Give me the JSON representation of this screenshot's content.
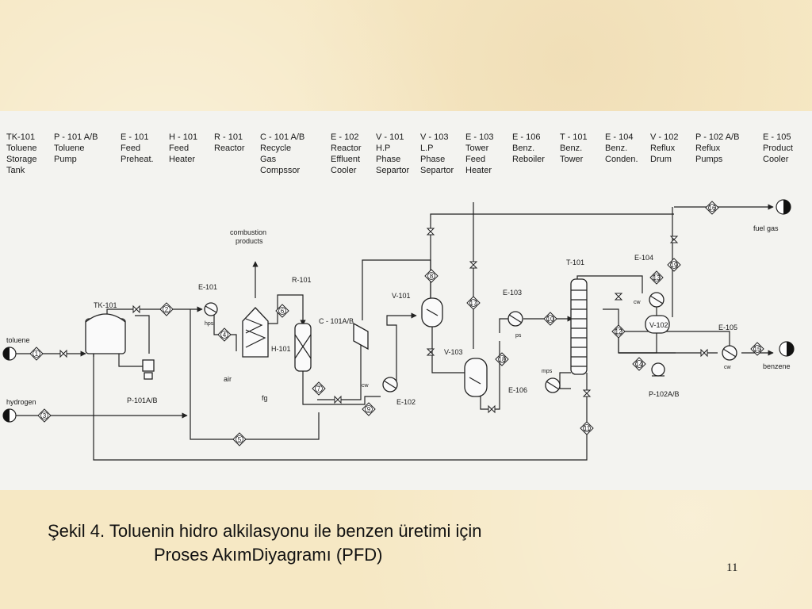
{
  "equipment_headers": [
    {
      "tag": "TK-101",
      "lines": [
        "Toluene",
        "Storage",
        "Tank"
      ]
    },
    {
      "tag": "P - 101 A/B",
      "lines": [
        "Toluene",
        "Pump"
      ]
    },
    {
      "tag": "E - 101",
      "lines": [
        "Feed",
        "Preheat."
      ]
    },
    {
      "tag": "H - 101",
      "lines": [
        "Feed",
        "Heater"
      ]
    },
    {
      "tag": "R - 101",
      "lines": [
        "Reactor"
      ]
    },
    {
      "tag": "C - 101 A/B",
      "lines": [
        "Recycle",
        "Gas",
        "Compssor"
      ]
    },
    {
      "tag": "E - 102",
      "lines": [
        "Reactor",
        "Effluent",
        "Cooler"
      ]
    },
    {
      "tag": "V - 101",
      "lines": [
        "H.P",
        "Phase",
        "Separtor"
      ]
    },
    {
      "tag": "V - 103",
      "lines": [
        "L.P",
        "Phase",
        "Separtor"
      ]
    },
    {
      "tag": "E - 103",
      "lines": [
        "Tower",
        "Feed",
        "Heater"
      ]
    },
    {
      "tag": "E - 106",
      "lines": [
        "Benz.",
        "Reboiler"
      ]
    },
    {
      "tag": "T - 101",
      "lines": [
        "Benz.",
        "Tower"
      ]
    },
    {
      "tag": "E - 104",
      "lines": [
        "Benz.",
        "Conden."
      ]
    },
    {
      "tag": "V - 102",
      "lines": [
        "Reflux",
        "Drum"
      ]
    },
    {
      "tag": "P - 102 A/B",
      "lines": [
        "Reflux",
        "Pumps"
      ]
    },
    {
      "tag": "E - 105",
      "lines": [
        "Product",
        "Cooler"
      ]
    }
  ],
  "labels": {
    "toluene": "toluene",
    "hydrogen": "hydrogen",
    "fuel_gas": "fuel gas",
    "benzene": "benzene",
    "combustion": [
      "combustion",
      "products"
    ],
    "air": "air",
    "fg": "fg",
    "hps": "hps",
    "mps": "mps",
    "cw1": "cw",
    "cw2": "cw",
    "cw3": "cw",
    "ps": "ps",
    "tk101": "TK-101",
    "p101": "P-101A/B",
    "e101": "E-101",
    "h101": "H-101",
    "r101": "R-101",
    "c101": "C - 101A/B",
    "v101": "V-101",
    "v103": "V-103",
    "e102": "E-102",
    "e103": "E-103",
    "e106": "E-106",
    "t101": "T-101",
    "e104": "E-104",
    "v102": "V-102",
    "p102": "P-102A/B",
    "e105": "E-105"
  },
  "streams": [
    "1",
    "2",
    "3",
    "4",
    "5",
    "6",
    "7",
    "8",
    "9",
    "10",
    "11",
    "12",
    "13",
    "14",
    "15",
    "16",
    "17",
    "18",
    "19"
  ],
  "caption": {
    "line1": "Şekil 4. Toluenin hidro alkilasyonu ile benzen üretimi  için",
    "line2": "Proses AkımDiyagramı (PFD)"
  },
  "page_number": "11"
}
